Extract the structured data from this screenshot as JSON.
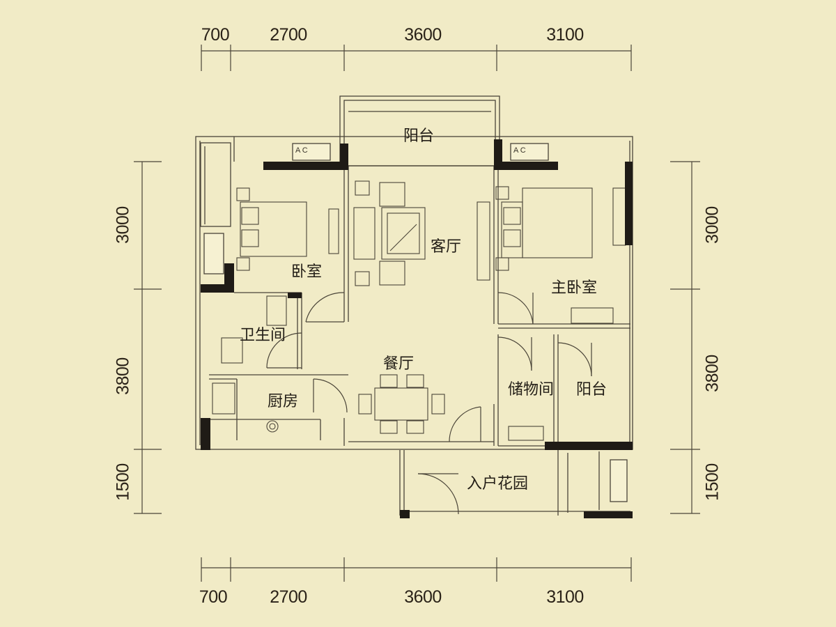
{
  "plan": {
    "background": "#f1ebc6",
    "wall_color": "#1f1b16",
    "line_color": "#5a5448",
    "dims_top": [
      "700",
      "2700",
      "3600",
      "3100"
    ],
    "dims_bottom": [
      "700",
      "2700",
      "3600",
      "3100"
    ],
    "dims_left": [
      "3000",
      "3800",
      "1500"
    ],
    "dims_right": [
      "3000",
      "3800",
      "1500"
    ],
    "rooms": {
      "balcony_top": "阳台",
      "bedroom": "卧室",
      "living_room": "客厅",
      "master_bedroom": "主卧室",
      "bathroom": "卫生间",
      "dining_room": "餐厅",
      "kitchen": "厨房",
      "storage_room": "储物间",
      "balcony_right": "阳台",
      "entry_garden": "入户花园"
    },
    "ac_label": "A C"
  }
}
